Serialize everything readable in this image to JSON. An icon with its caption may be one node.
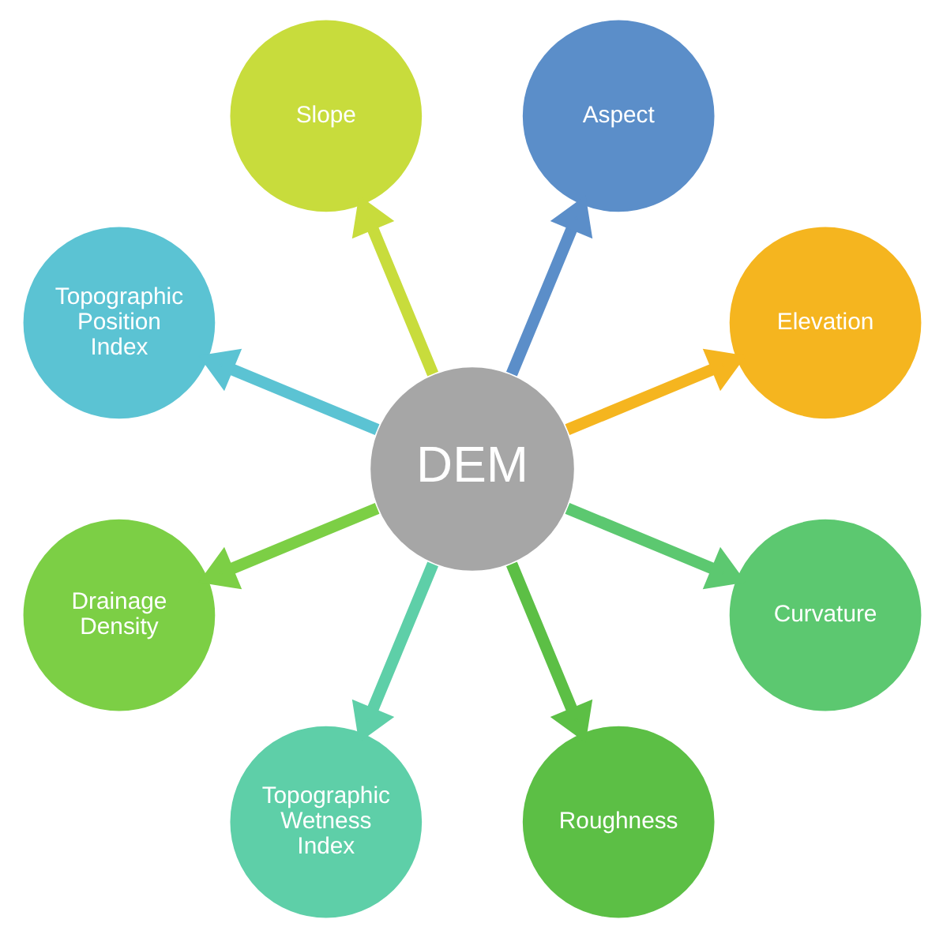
{
  "diagram": {
    "nodes": [
      {
        "text": [
          "DEM"
        ]
      },
      {
        "text": [
          "Elevation"
        ]
      },
      {
        "text": [
          "Aspect"
        ]
      },
      {
        "text": [
          "Slope"
        ]
      },
      {
        "text": [
          "Topographic Position Index"
        ]
      },
      {
        "text": [
          "Drainage Density"
        ]
      },
      {
        "text": [
          "Topographic Wetness Index"
        ]
      },
      {
        "text": [
          "Roughness"
        ]
      },
      {
        "text": [
          "Curvature"
        ]
      }
    ],
    "edges": [
      {
        "from": 0,
        "to": 1,
        "arrow": "to",
        "color": "#f5b51f"
      },
      {
        "from": 0,
        "to": 3,
        "arrow": "to",
        "color": "#c8dc3c"
      },
      {
        "from": 0,
        "to": 5,
        "arrow": "to",
        "color": "#7ccf45"
      },
      {
        "from": 0,
        "to": 7,
        "arrow": "to",
        "color": "#5cbf45"
      },
      {
        "from": 0,
        "to": 8,
        "arrow": "to",
        "color": "#5cc870"
      },
      {
        "from": 0,
        "to": 6,
        "arrow": "to",
        "color": "#5ecfa8"
      },
      {
        "from": 0,
        "to": 4,
        "arrow": "to",
        "color": "#5bc3d3"
      },
      {
        "from": 0,
        "to": 2,
        "arrow": "to",
        "color": "#5b8ec9"
      }
    ]
  }
}
